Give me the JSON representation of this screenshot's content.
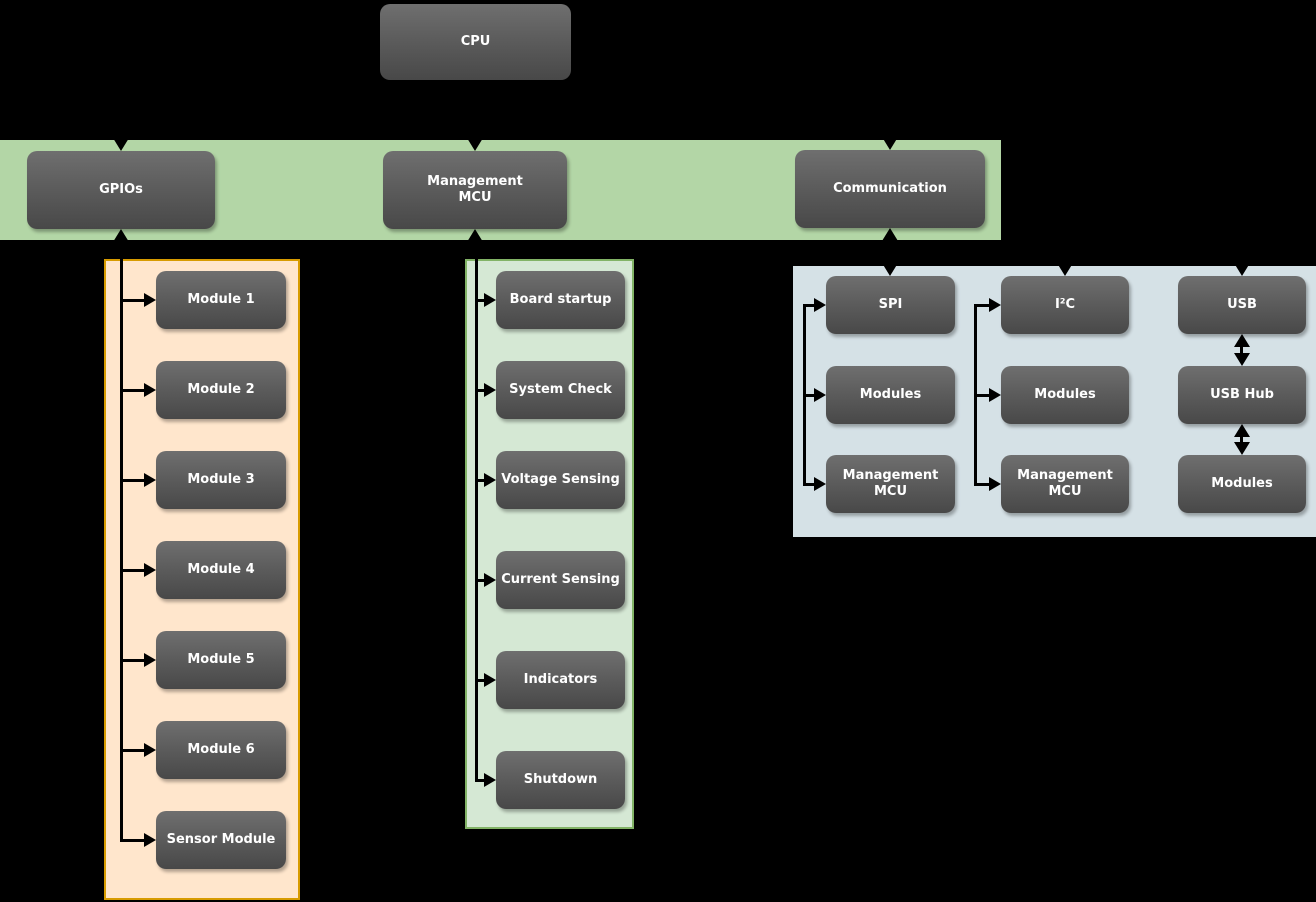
{
  "colors": {
    "background": "#000000",
    "node_gradient_top": "#6f6f6f",
    "node_gradient_bottom": "#484848",
    "node_text": "#ffffff",
    "band_fill": "#b3d6a6",
    "gpio_panel_fill": "#ffe6cc",
    "gpio_panel_border": "#d79b00",
    "mcu_panel_fill": "#d5e8d4",
    "mcu_panel_border": "#82b366",
    "comm_panel_fill": "#d5e1e6",
    "connector": "#000000"
  },
  "cpu": {
    "label": "CPU"
  },
  "band": {
    "gpios": {
      "label": "GPIOs"
    },
    "mcu": {
      "label": "Management MCU"
    },
    "communication": {
      "label": "Communication"
    }
  },
  "gpio_modules": [
    "Module 1",
    "Module 2",
    "Module 3",
    "Module 4",
    "Module 5",
    "Module 6",
    "Sensor Module"
  ],
  "mcu_tasks": [
    "Board startup",
    "System Check",
    "Voltage Sensing",
    "Current Sensing",
    "Indicators",
    "Shutdown"
  ],
  "communication": {
    "spi": [
      "SPI",
      "Modules",
      "Management MCU"
    ],
    "i2c": [
      "I²C",
      "Modules",
      "Management MCU"
    ],
    "usb": [
      "USB",
      "USB Hub",
      "Modules"
    ]
  }
}
